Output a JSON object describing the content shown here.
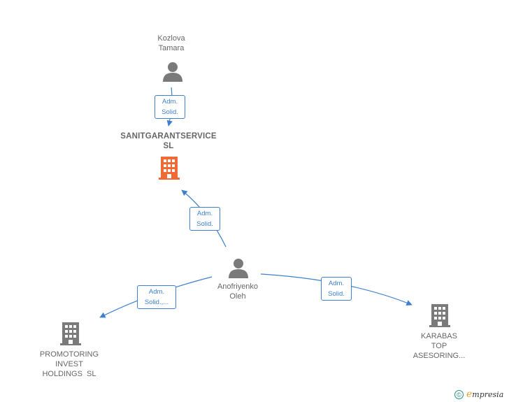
{
  "nodes": {
    "kozlova": {
      "line1": "Kozlova",
      "line2": "Tamara",
      "type": "person"
    },
    "sanitgarant": {
      "line1": "SANITGARANTSERVICE",
      "line2": "SL",
      "type": "company-main"
    },
    "anofriyenko": {
      "line1": "Anofriyenko",
      "line2": "Oleh",
      "type": "person"
    },
    "promotoring": {
      "line1": "PROMOTORING",
      "line2": "INVEST",
      "line3": "HOLDINGS  SL",
      "type": "company"
    },
    "karabas": {
      "line1": "KARABAS",
      "line2": "TOP",
      "line3": "ASESORING...",
      "type": "company"
    }
  },
  "edges": {
    "kozlova_sanitgarant": {
      "line1": "Adm.",
      "line2": "Solid."
    },
    "anofriyenko_sanitgarant": {
      "line1": "Adm.",
      "line2": "Solid."
    },
    "anofriyenko_promotoring": {
      "line1": "Adm.",
      "line2": "Solid.,..."
    },
    "anofriyenko_karabas": {
      "line1": "Adm.",
      "line2": "Solid."
    }
  },
  "footer": {
    "copyright": "©",
    "brand_initial": "e",
    "brand_rest": "mpresia"
  },
  "colors": {
    "edge": "#3e7fcf",
    "person": "#7a7a7a",
    "company": "#7a7a7a",
    "company_main": "#f06a36"
  }
}
